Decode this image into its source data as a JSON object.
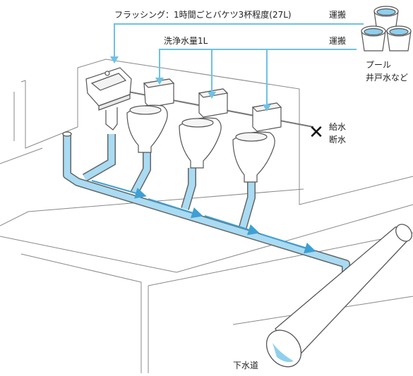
{
  "labels": {
    "flushing": "フラッシング：1時間ごとバケツ3杯程度(27L)",
    "transport_top": "運搬",
    "wash_water": "洗浄水量1L",
    "transport_mid": "運搬",
    "pool": "プール",
    "well_water": "井戸水など",
    "supply_water": "給水",
    "cut_off": "断水",
    "sewer": "下水道",
    "x_mark": "✕"
  },
  "colors": {
    "water_blue": "#8fd0ee",
    "water_blue_dark": "#3e9fd4",
    "callout_blue": "#6ec1e8",
    "pipe_outline": "#555555",
    "line_gray": "#888888"
  }
}
